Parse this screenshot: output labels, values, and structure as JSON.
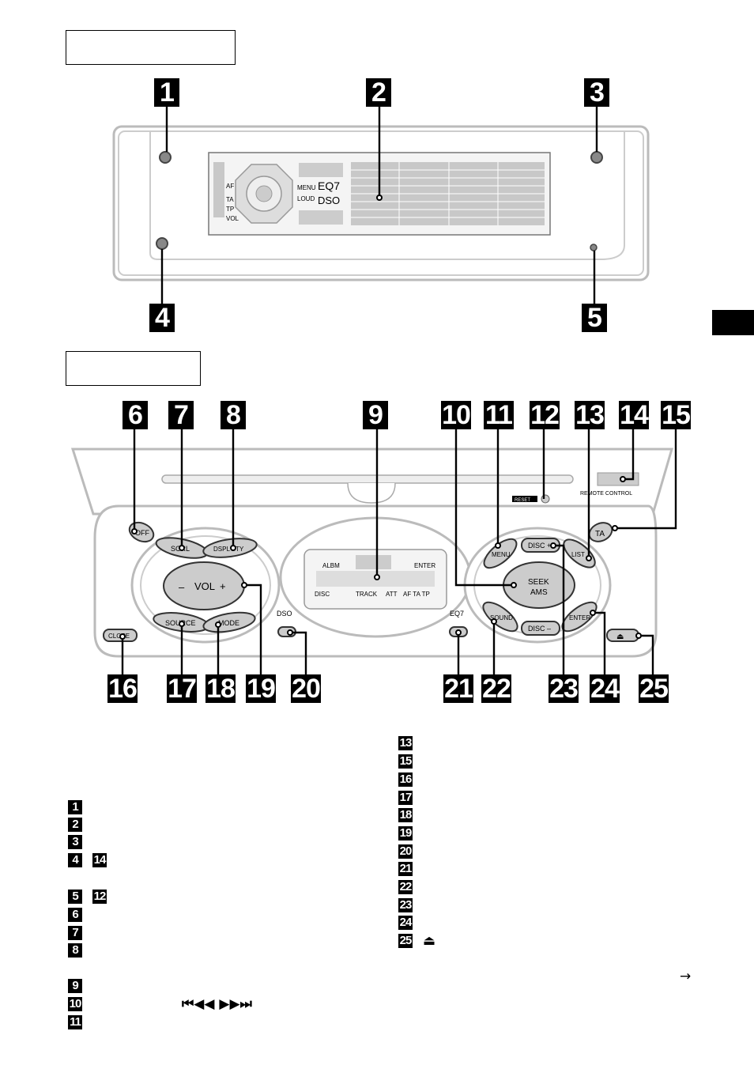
{
  "figure_top": {
    "callouts": [
      "1",
      "2",
      "3",
      "4",
      "5"
    ],
    "display_labels": {
      "af": "AF",
      "ta": "TA",
      "tp": "TP",
      "vol": "VOL",
      "menu": "MENU",
      "loud": "LOUD",
      "eq7": "EQ7",
      "dso": "DSO"
    }
  },
  "figure_bottom": {
    "callouts": [
      "6",
      "7",
      "8",
      "9",
      "10",
      "11",
      "12",
      "13",
      "14",
      "15",
      "16",
      "17",
      "18",
      "19",
      "20",
      "21",
      "22",
      "23",
      "24",
      "25"
    ],
    "buttons": {
      "off": "OFF",
      "scrl": "SCRL",
      "dspl_pty": "DSPL PTY",
      "vol_minus": "–",
      "vol_label": "VOL",
      "vol_plus": "+",
      "source": "SOURCE",
      "mode": "MODE",
      "close": "CLOSE",
      "dso_label": "DSO",
      "eq7_label": "EQ7",
      "menu": "MENU",
      "disc_plus": "DISC +",
      "list": "LIST",
      "seek": "SEEK",
      "ams": "AMS",
      "sound": "SOUND",
      "disc_minus": "DISC –",
      "enter": "ENTER",
      "ta": "TA",
      "eject": "⏏",
      "reset": "RESET",
      "remote_control": "REMOTE CONTROL"
    },
    "display_labels": {
      "album": "ALBM",
      "enter": "ENTER",
      "disc": "DISC",
      "track": "TRACK",
      "att": "ATT",
      "af_ta_tp": "AF TA TP"
    }
  },
  "legend": {
    "left": [
      "1",
      "2",
      "3",
      "4",
      "14",
      "5",
      "12",
      "6",
      "7",
      "8",
      "9",
      "10",
      "11"
    ],
    "right": [
      "13",
      "15",
      "16",
      "17",
      "18",
      "19",
      "20",
      "21",
      "22",
      "23",
      "24",
      "25"
    ],
    "eject_symbol": "⏏",
    "seek_symbols": "⏮◀◀ ▶▶⏭",
    "continue_arrow": "→"
  }
}
